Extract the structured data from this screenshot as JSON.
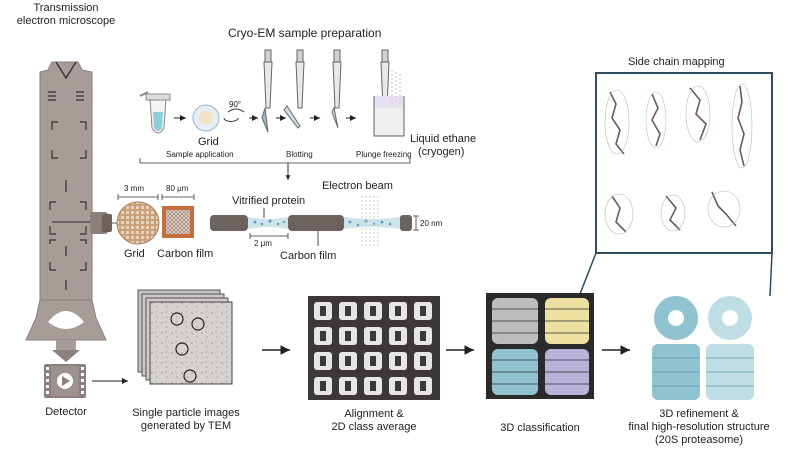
{
  "tem": {
    "title_line1": "Transmission",
    "title_line2": "electron microscope",
    "detector": "Detector"
  },
  "prep": {
    "title": "Cryo-EM sample preparation",
    "grid": "Grid",
    "angle": "90°",
    "liquid_line1": "Liquid ethane",
    "liquid_line2": "(cryogen)",
    "steps": [
      "Sample application",
      "Blotting",
      "Plunge freezing"
    ]
  },
  "grid_detail": {
    "size_grid": "3 mm",
    "size_film": "80 μm",
    "grid_label": "Grid",
    "film_label": "Carbon film",
    "vitrified": "Vitrified protein",
    "beam": "Electron beam",
    "scale_um": "2 μm",
    "thickness": "20 nm",
    "carbon": "Carbon film"
  },
  "side_chain": {
    "title": "Side chain mapping"
  },
  "pipeline": {
    "particles_line1": "Single particle images",
    "particles_line2": "generated by TEM",
    "align_line1": "Alignment &",
    "align_line2": "2D class average",
    "classification": "3D classification",
    "refine_line1": "3D refinement &",
    "refine_line2": "final high-resolution structure",
    "refine_line3": "(20S proteasome)"
  },
  "colors": {
    "microscope": "#a89c98",
    "microscope_dark": "#8d807c",
    "frame": "#2f4b5c",
    "protein_teal": "#8fc3cf",
    "class_yellow": "#ede0a0",
    "class_purple": "#b9b2d8",
    "class_gray": "#bdbdbd"
  }
}
